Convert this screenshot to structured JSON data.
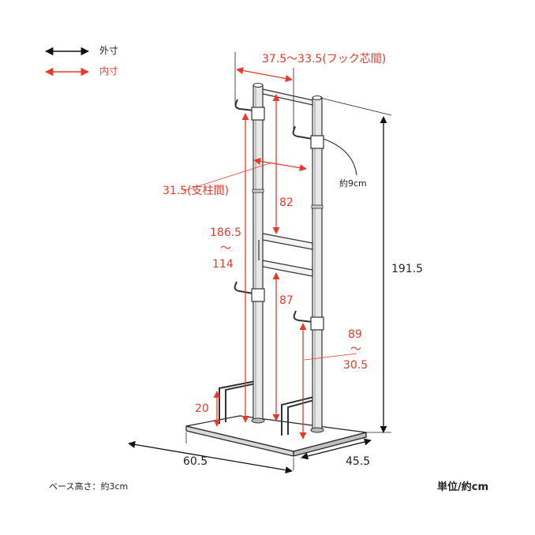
{
  "legend": {
    "outer_label": "外寸",
    "inner_label": "内寸",
    "outer_color": "#111111",
    "inner_color": "#e8392a"
  },
  "dimensions": {
    "hook_pitch": "37.5～33.5(フック芯間)",
    "pole_spacing": "31.5(支柱間)",
    "hook_diameter": "約9cm",
    "upper_gap": "82",
    "inner_height_top": "186.5",
    "inner_height_sep": "～",
    "inner_height_bottom": "114",
    "middle_gap": "87",
    "total_height": "191.5",
    "lower_hook_top": "89",
    "lower_hook_sep": "～",
    "lower_hook_bottom": "30.5",
    "tray_height": "20",
    "base_width": "60.5",
    "base_depth": "45.5"
  },
  "notes": {
    "base_height": "ベース高さ：約3cm",
    "unit": "単位/約cm"
  }
}
